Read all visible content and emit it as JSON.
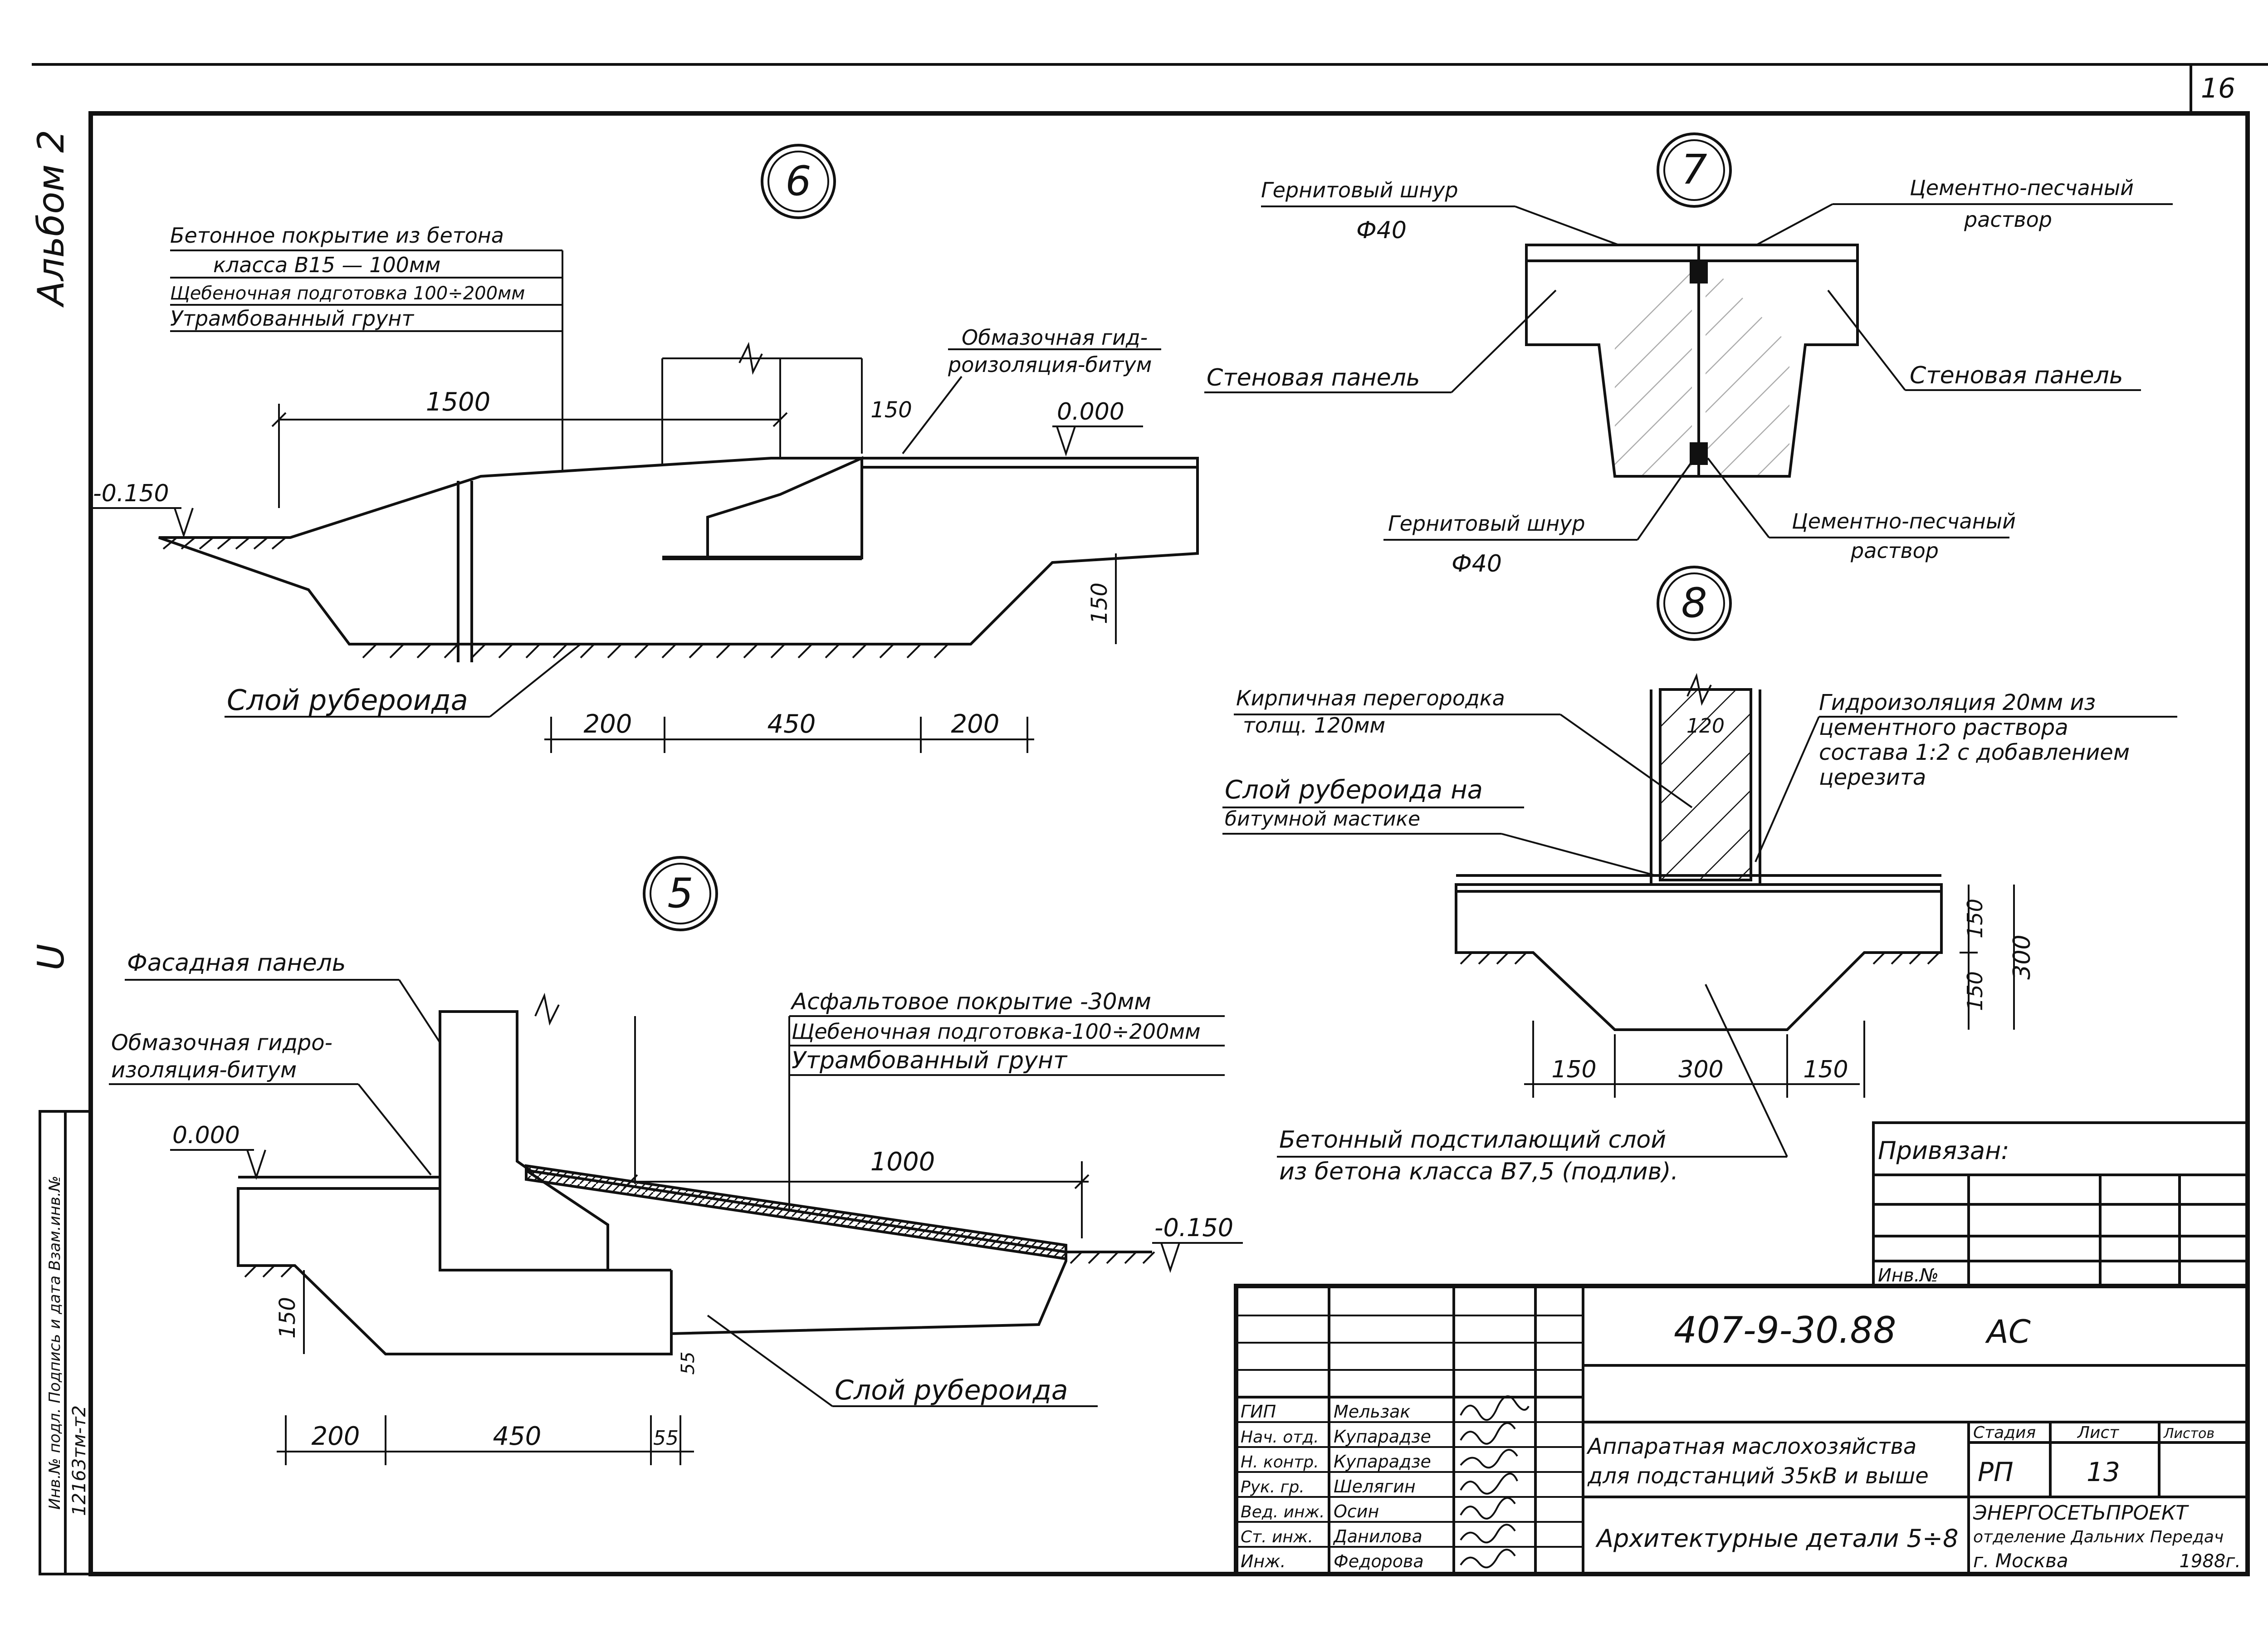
{
  "sheet": {
    "album": "Альбом 2",
    "sheet_corner_number": "16",
    "side_letter": "U",
    "side_stamp_top": "Инв.№ подл. Подпись и дата Взам.инв.№",
    "side_stamp_bottom": "12163тм-т2"
  },
  "detail6": {
    "number": "6",
    "legend_line1": "Бетонное покрытие из бетона",
    "legend_line2": "класса В15 — 100мм",
    "legend_line3": "Щебеночная подготовка 100÷200мм",
    "legend_line4": "Утрамбованный грунт",
    "waterproof_label_line1": "Обмазочная гид-",
    "waterproof_label_line2": "роизоляция-битум",
    "dim_1500": "1500",
    "dim_150_top": "150",
    "level_zero": "0.000",
    "level_minus": "-0.150",
    "dim_150_right": "150",
    "roofing_label": "Слой рубероида",
    "dim_200_left": "200",
    "dim_450": "450",
    "dim_200_right": "200"
  },
  "detail7": {
    "number": "7",
    "sealant_top_line1": "Гернитовый шнур",
    "sealant_top_line2": "Ф40",
    "mortar_top_line1": "Цементно-песчаный",
    "mortar_top_line2": "раствор",
    "wall_panel_left": "Стеновая панель",
    "wall_panel_right": "Стеновая панель",
    "sealant_bottom_line1": "Гернитовый шнур",
    "sealant_bottom_line2": "Ф40",
    "mortar_bottom_line1": "Цементно-песчаный",
    "mortar_bottom_line2": "раствор"
  },
  "detail8": {
    "number": "8",
    "brick_line1": "Кирпичная перегородка",
    "brick_line2": "толщ. 120мм",
    "dim_120": "120",
    "hydro_line1": "Гидроизоляция 20мм из",
    "hydro_line2": "цементного раствора",
    "hydro_line3": "состава 1:2 с добавлением",
    "hydro_line4": "церезита",
    "roofing_line1": "Слой рубероида на",
    "roofing_line2": "битумной мастике",
    "dim_150_upper": "150",
    "dim_150_lower": "150",
    "dim_300_vertical": "300",
    "dim_150_left": "150",
    "dim_300": "300",
    "dim_150_right": "150",
    "base_line1": "Бетонный подстилающий слой",
    "base_line2": "из бетона класса В7,5 (подлив)."
  },
  "detail5": {
    "number": "5",
    "facade_label": "Фасадная панель",
    "waterproof_line1": "Обмазочная гидро-",
    "waterproof_line2": "изоляция-битум",
    "level_zero": "0.000",
    "asphalt_line1": "Асфальтовое покрытие -30мм",
    "asphalt_line2": "Щебеночная подготовка-100÷200мм",
    "asphalt_line3": "Утрамбованный грунт",
    "dim_1000": "1000",
    "level_minus": "-0.150",
    "dim_150": "150",
    "dim_55_vertical": "55",
    "roofing_label": "Слой рубероида",
    "dim_200": "200",
    "dim_450": "450",
    "dim_55": "55"
  },
  "binding": {
    "title": "Привязан:",
    "inv_label": "Инв.№"
  },
  "title_block": {
    "code": "407-9-30.88",
    "mark": "АС",
    "object_line1": "Аппаратная маслохозяйства",
    "object_line2": "для подстанций 35кВ и выше",
    "stage_header": "Стадия",
    "sheet_header": "Лист",
    "sheets_header": "Листов",
    "stage": "РП",
    "sheet": "13",
    "sheets": "",
    "drawing_title": "Архитектурные детали 5÷8",
    "org_line1": "ЭНЕРГОСЕТЬПРОЕКТ",
    "org_line2": "отделение Дальних Передач",
    "org_line3": "г. Москва",
    "year": "1988г.",
    "staff": [
      {
        "role": "ГИП",
        "name": "Мельзак"
      },
      {
        "role": "Нач. отд.",
        "name": "Купарадзе"
      },
      {
        "role": "Н. контр.",
        "name": "Купарадзе"
      },
      {
        "role": "Рук. гр.",
        "name": "Шелягин"
      },
      {
        "role": "Вед. инж.",
        "name": "Осин"
      },
      {
        "role": "Ст. инж.",
        "name": "Данилова"
      },
      {
        "role": "Инж.",
        "name": "Федорова"
      }
    ]
  }
}
